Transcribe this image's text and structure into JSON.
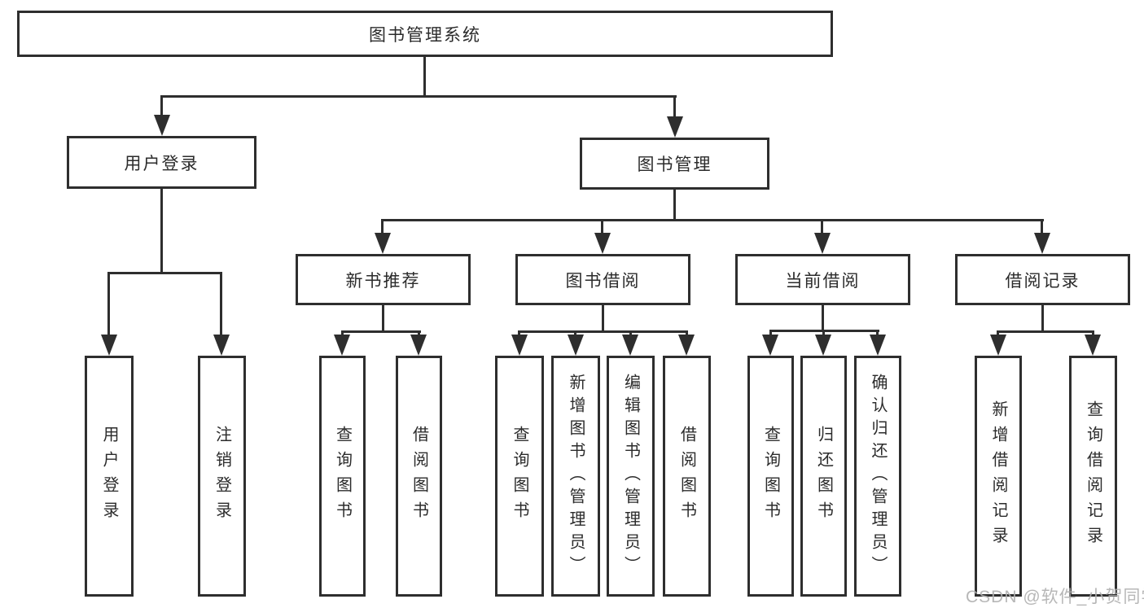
{
  "diagram": {
    "type": "tree",
    "root": {
      "label": "图书管理系统",
      "children": [
        {
          "label": "用户登录",
          "children": [
            {
              "label": "用户登录"
            },
            {
              "label": "注销登录"
            }
          ]
        },
        {
          "label": "图书管理",
          "children": [
            {
              "label": "新书推荐",
              "children": [
                {
                  "label": "查询图书"
                },
                {
                  "label": "借阅图书"
                }
              ]
            },
            {
              "label": "图书借阅",
              "children": [
                {
                  "label": "查询图书"
                },
                {
                  "label": "新增图书（管理员）"
                },
                {
                  "label": "编辑图书（管理员）"
                },
                {
                  "label": "借阅图书"
                }
              ]
            },
            {
              "label": "当前借阅",
              "children": [
                {
                  "label": "查询图书"
                },
                {
                  "label": "归还图书"
                },
                {
                  "label": "确认归还（管理员）"
                }
              ]
            },
            {
              "label": "借阅记录",
              "children": [
                {
                  "label": "新增借阅记录"
                },
                {
                  "label": "查询借阅记录"
                }
              ]
            }
          ]
        }
      ]
    }
  },
  "watermark": {
    "text": "CSDN @软件_小贺同学"
  },
  "colors": {
    "line": "#2e2e2e",
    "box_background": "#ffffff",
    "text": "#2b2b2b",
    "watermark_text": "#b0b0b0"
  }
}
